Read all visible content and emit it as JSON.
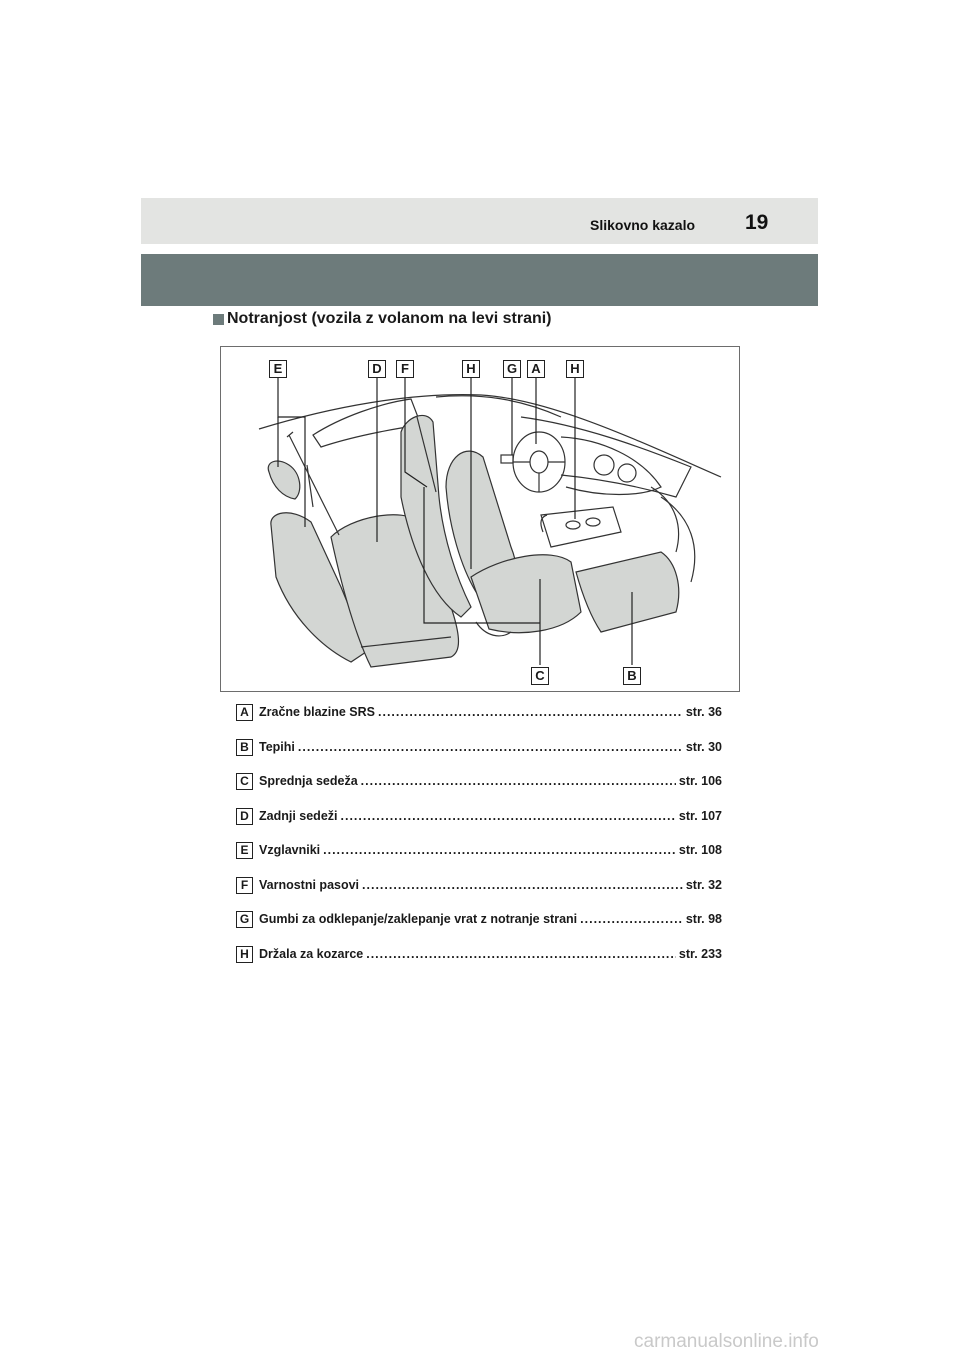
{
  "header": {
    "section_title": "Slikovno kazalo",
    "page_number": "19"
  },
  "section_heading": "Notranjost (vozila z volanom na levi strani)",
  "figure": {
    "callouts_top": [
      "E",
      "D",
      "F",
      "H",
      "G",
      "A",
      "H"
    ],
    "callouts_bottom": [
      "C",
      "B"
    ]
  },
  "legend": [
    {
      "letter": "A",
      "label": "Zračne blazine SRS",
      "page": "str. 36"
    },
    {
      "letter": "B",
      "label": "Tepihi",
      "page": "str. 30"
    },
    {
      "letter": "C",
      "label": "Sprednja sedeža",
      "page": "str. 106"
    },
    {
      "letter": "D",
      "label": "Zadnji sedeži",
      "page": "str. 107"
    },
    {
      "letter": "E",
      "label": "Vzglavniki",
      "page": "str. 108"
    },
    {
      "letter": "F",
      "label": "Varnostni pasovi",
      "page": "str. 32"
    },
    {
      "letter": "G",
      "label": "Gumbi za odklepanje/zaklepanje vrat z notranje strani",
      "page": "str. 98"
    },
    {
      "letter": "H",
      "label": "Držala za kozarce",
      "page": "str. 233"
    }
  ],
  "footer": {
    "watermark": "carmanualsonline.info"
  },
  "colors": {
    "header_band": "#e3e4e2",
    "title_band": "#6d7b7b",
    "seat_fill": "#d3d6d3"
  }
}
